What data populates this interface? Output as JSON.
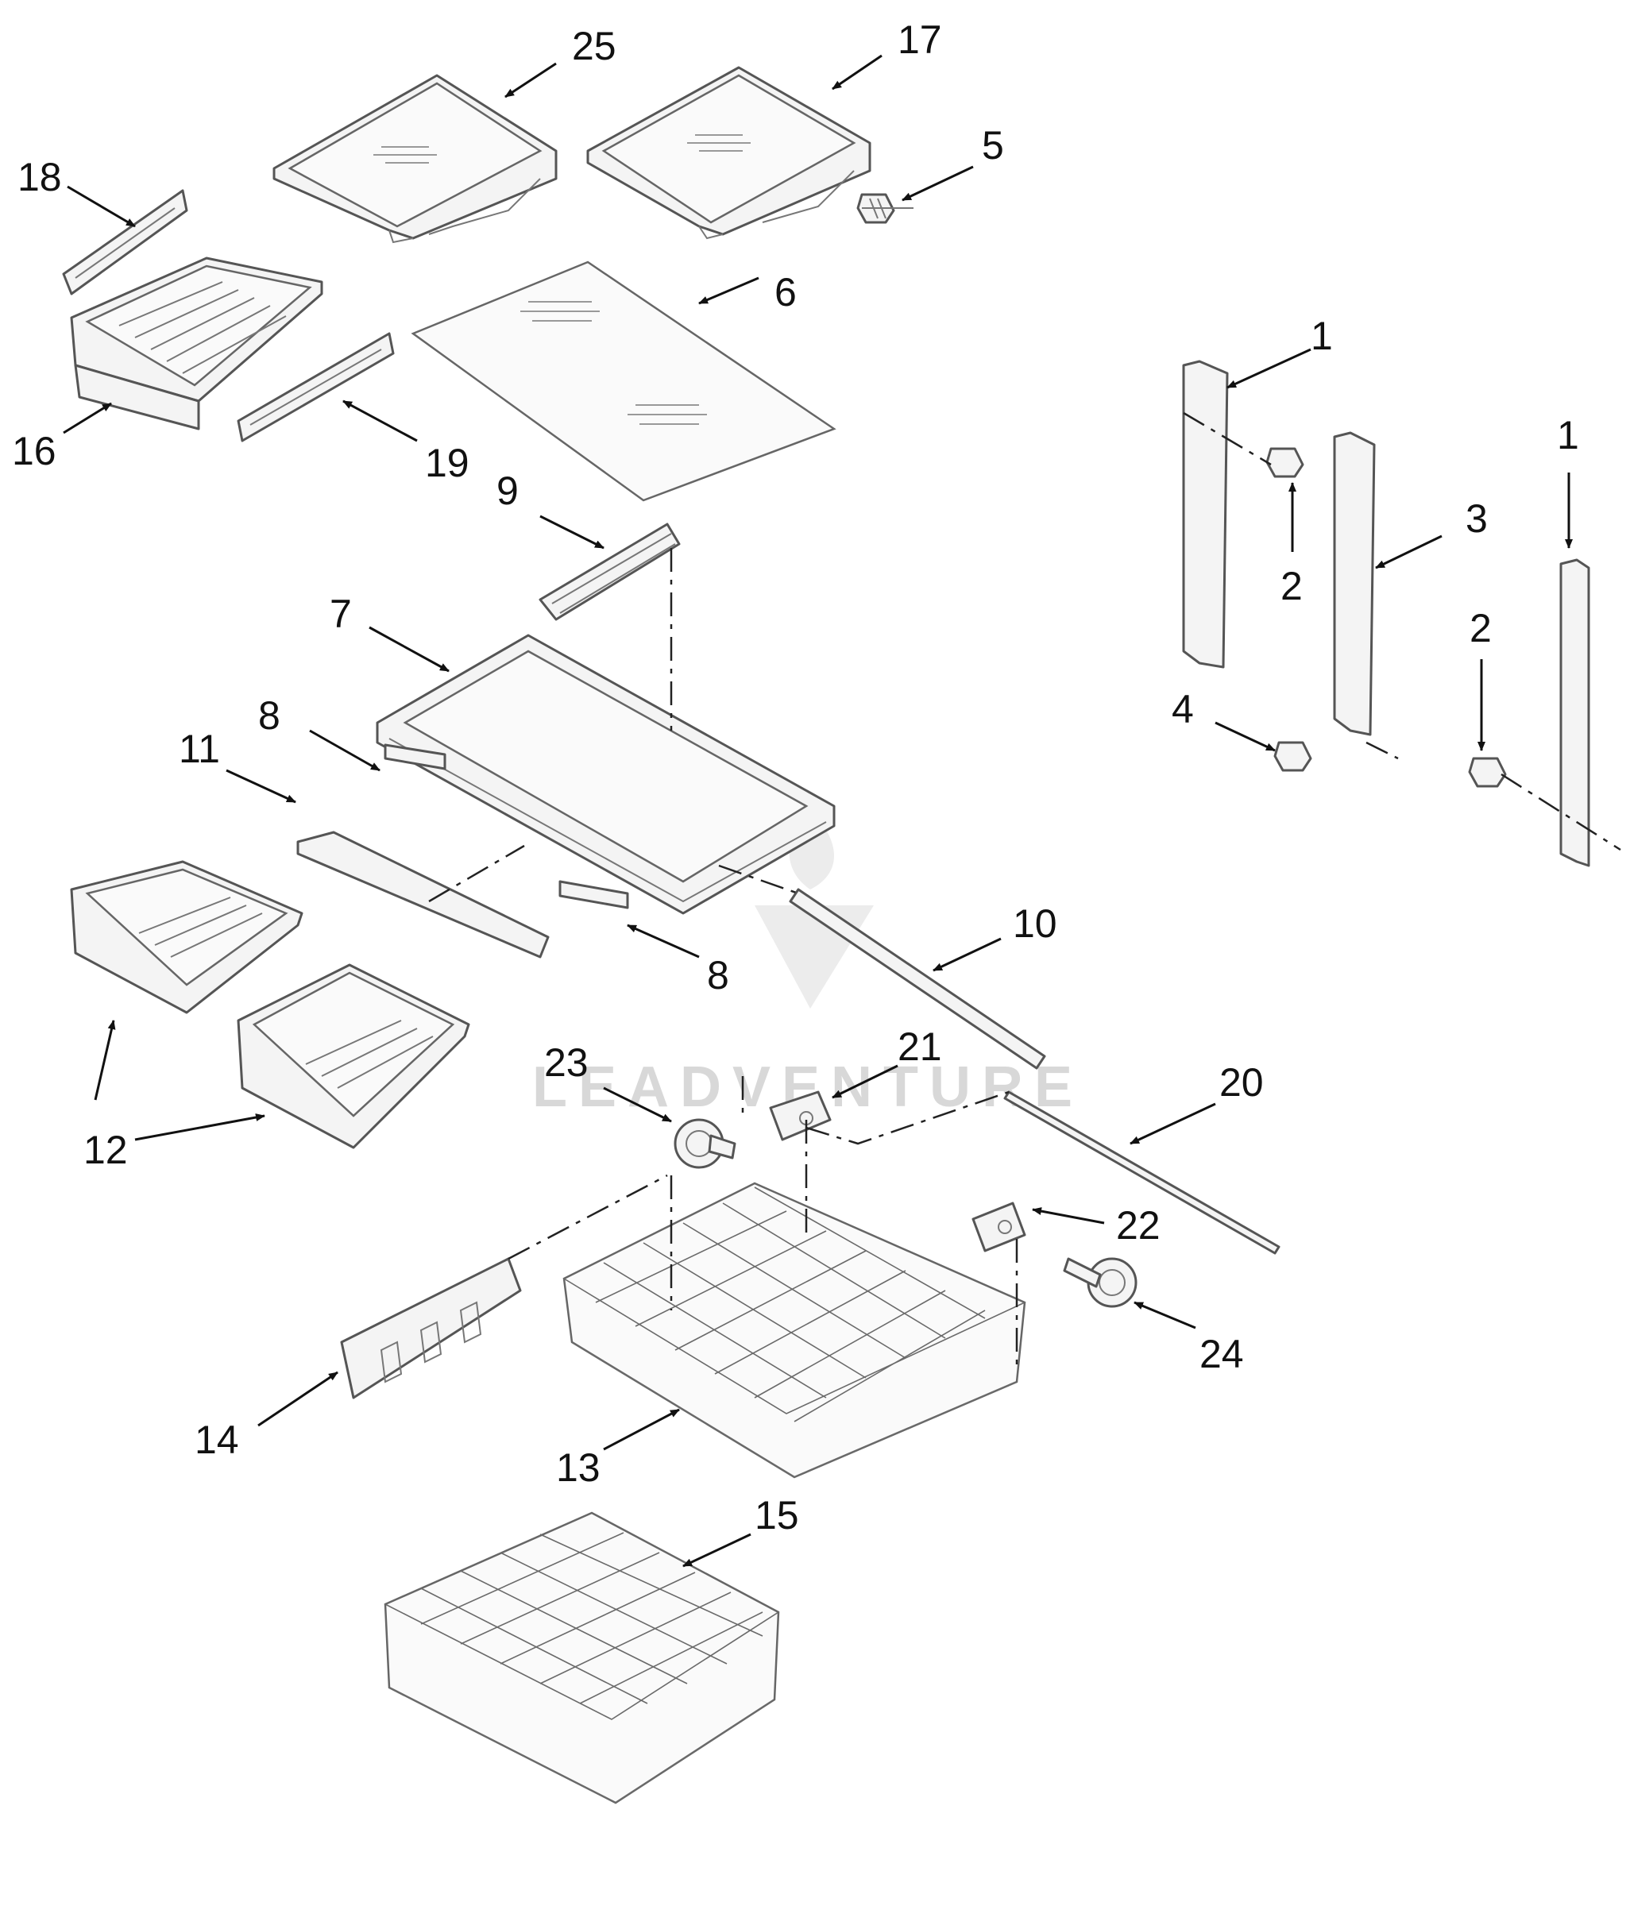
{
  "watermark": {
    "text": "LEADVENTURE"
  },
  "callouts": [
    {
      "id": "c25a",
      "label": "25"
    },
    {
      "id": "c17",
      "label": "17"
    },
    {
      "id": "c5",
      "label": "5"
    },
    {
      "id": "c18",
      "label": "18"
    },
    {
      "id": "c6",
      "label": "6"
    },
    {
      "id": "c16",
      "label": "16"
    },
    {
      "id": "c19",
      "label": "19"
    },
    {
      "id": "c1a",
      "label": "1"
    },
    {
      "id": "c1b",
      "label": "1"
    },
    {
      "id": "c2a",
      "label": "2"
    },
    {
      "id": "c3",
      "label": "3"
    },
    {
      "id": "c2b",
      "label": "2"
    },
    {
      "id": "c4",
      "label": "4"
    },
    {
      "id": "c9",
      "label": "9"
    },
    {
      "id": "c7",
      "label": "7"
    },
    {
      "id": "c8a",
      "label": "8"
    },
    {
      "id": "c11",
      "label": "11"
    },
    {
      "id": "c8b",
      "label": "8"
    },
    {
      "id": "c10",
      "label": "10"
    },
    {
      "id": "c12",
      "label": "12"
    },
    {
      "id": "c23",
      "label": "23"
    },
    {
      "id": "c21",
      "label": "21"
    },
    {
      "id": "c20",
      "label": "20"
    },
    {
      "id": "c22",
      "label": "22"
    },
    {
      "id": "c24",
      "label": "24"
    },
    {
      "id": "c14",
      "label": "14"
    },
    {
      "id": "c13",
      "label": "13"
    },
    {
      "id": "c15",
      "label": "15"
    }
  ]
}
